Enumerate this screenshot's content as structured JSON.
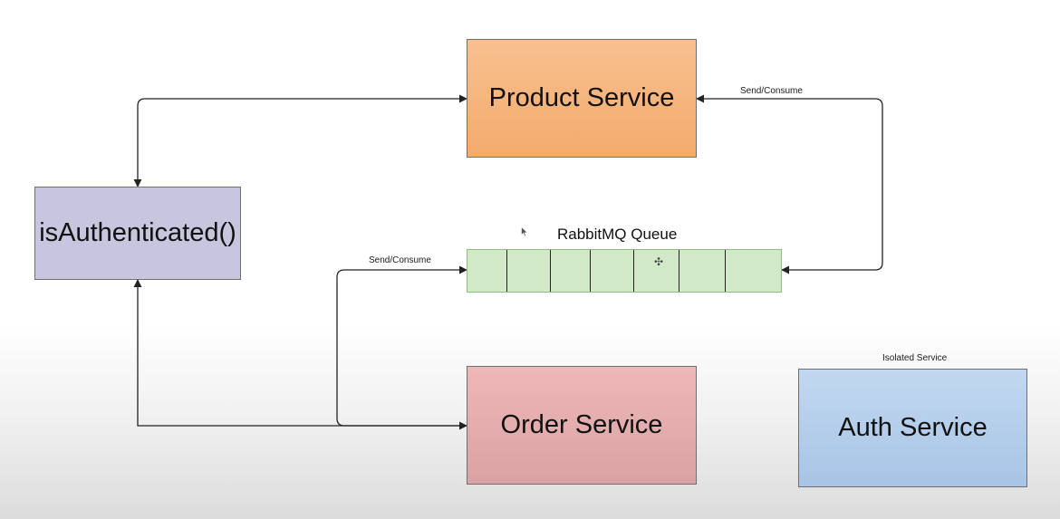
{
  "diagram": {
    "nodes": {
      "product_service": "Product Service",
      "auth_check": "isAuthenticated()",
      "order_service": "Order Service",
      "auth_service": "Auth Service"
    },
    "queue": {
      "title": "RabbitMQ Queue",
      "slot_count": 7
    },
    "edge_labels": {
      "product_queue": "Send/Consume",
      "order_queue": "Send/Consume"
    },
    "annotations": {
      "auth_service_note": "Isolated Service"
    },
    "colors": {
      "product_service": "#f5b27c",
      "auth_check": "#c8c6de",
      "order_service": "#e3abab",
      "auth_service": "#b5cdea",
      "queue": "#d2e9c8",
      "connector": "#222222"
    }
  }
}
